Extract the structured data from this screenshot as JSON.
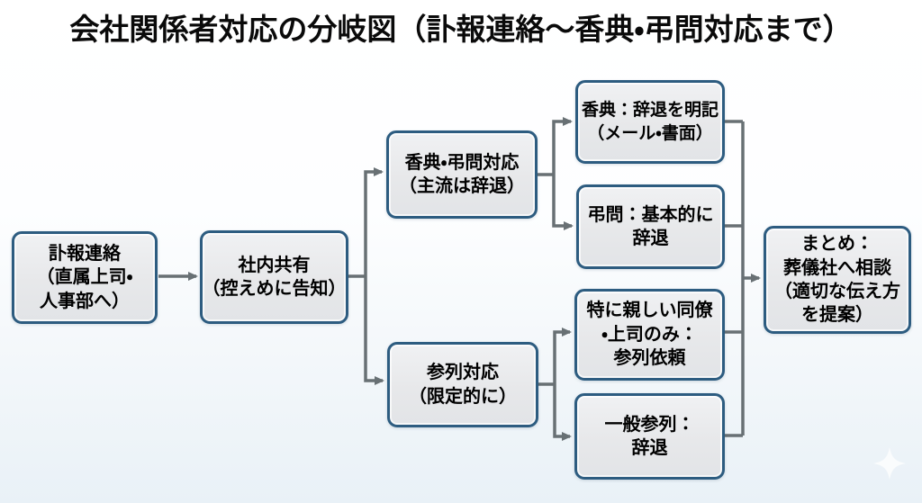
{
  "title": "会社関係者対応の分岐図（訃報連絡～香典・弔問対応まで）",
  "colors": {
    "box_border": "#2d5c80",
    "box_fill": "#e7e8ea",
    "connector": "#687074",
    "background_top": "#ffffff",
    "background_bottom": "#e9f1f7",
    "text": "#000000"
  },
  "nodes": [
    {
      "id": "fuhou-renraku",
      "lines": [
        "訃報連絡",
        "（直属上司・",
        "人事部へ）"
      ]
    },
    {
      "id": "shanai-kyouyuu",
      "lines": [
        "社内共有",
        "（控えめに告知）"
      ]
    },
    {
      "id": "kouden-choumon",
      "lines": [
        "香典・弔問対応",
        "（主流は辞退）"
      ]
    },
    {
      "id": "sanretsu-taiou",
      "lines": [
        "参列対応",
        "（限定的に）"
      ]
    },
    {
      "id": "kouden-jitai",
      "lines": [
        "香典：辞退を明記",
        "（メール・書面）"
      ]
    },
    {
      "id": "choumon-jitai",
      "lines": [
        "弔問：基本的に",
        "辞退"
      ]
    },
    {
      "id": "shitashii-douryou",
      "lines": [
        "特に親しい同僚",
        "・上司のみ：",
        "参列依頼"
      ]
    },
    {
      "id": "ippan-sanretsu",
      "lines": [
        "一般参列：",
        "辞退"
      ]
    },
    {
      "id": "matome",
      "lines": [
        "まとめ：",
        "葬儀社へ相談",
        "（適切な伝え方",
        "を提案）"
      ]
    }
  ],
  "edges": [
    {
      "from": "fuhou-renraku",
      "to": "shanai-kyouyuu"
    },
    {
      "from": "shanai-kyouyuu",
      "to": "kouden-choumon"
    },
    {
      "from": "shanai-kyouyuu",
      "to": "sanretsu-taiou"
    },
    {
      "from": "kouden-choumon",
      "to": "kouden-jitai"
    },
    {
      "from": "kouden-choumon",
      "to": "choumon-jitai"
    },
    {
      "from": "sanretsu-taiou",
      "to": "shitashii-douryou"
    },
    {
      "from": "sanretsu-taiou",
      "to": "ippan-sanretsu"
    },
    {
      "from": "kouden-jitai",
      "to": "matome"
    },
    {
      "from": "choumon-jitai",
      "to": "matome"
    },
    {
      "from": "shitashii-douryou",
      "to": "matome"
    },
    {
      "from": "ippan-sanretsu",
      "to": "matome"
    }
  ],
  "decor": {
    "sparkle": "four-pointed-star"
  }
}
